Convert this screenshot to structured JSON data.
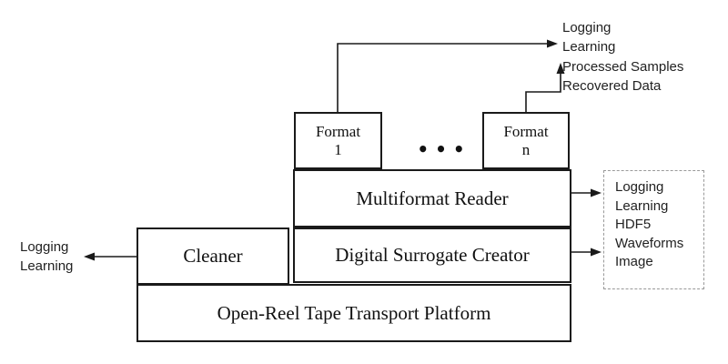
{
  "diagram": {
    "blocks": {
      "format_1": {
        "line1": "Format",
        "line2": "1"
      },
      "format_n": {
        "line1": "Format",
        "line2": "n"
      },
      "ellipsis": "•••",
      "multiformat_reader": "Multiformat Reader",
      "digital_surrogate_creator": "Digital Surrogate Creator",
      "cleaner": "Cleaner",
      "platform": "Open-Reel Tape Transport Platform"
    },
    "annotations": {
      "reader_top_outputs": {
        "line1": "Logging",
        "line2": "Learning"
      },
      "format_n_outputs": {
        "line1": "Processed Samples",
        "line2": "Recovered Data"
      },
      "cleaner_outputs": {
        "line1": "Logging",
        "line2": "Learning"
      },
      "dashed_outputs": {
        "items": [
          "Logging",
          "Learning",
          "HDF5",
          "Waveforms",
          "Image"
        ]
      }
    },
    "colors": {
      "line": "#1a1a1a",
      "dashed_border": "#999999",
      "text": "#111111",
      "background": "#ffffff"
    }
  }
}
